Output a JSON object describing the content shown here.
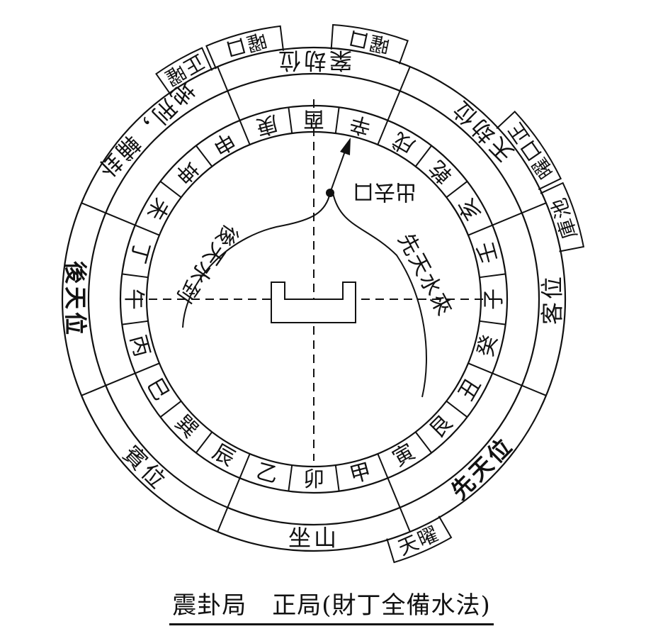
{
  "ring_24": [
    "卯",
    "乙",
    "辰",
    "巽",
    "巳",
    "丙",
    "午",
    "丁",
    "未",
    "坤",
    "申",
    "庚",
    "酉",
    "辛",
    "戌",
    "乾",
    "亥",
    "壬",
    "子",
    "癸",
    "丑",
    "艮",
    "寅",
    "甲"
  ],
  "outer_sections": [
    {
      "id": "east",
      "text": "坐山"
    },
    {
      "id": "south",
      "text": "後天位"
    },
    {
      "id": "west",
      "text": "案劫位"
    },
    {
      "id": "north",
      "text": "客位"
    },
    {
      "id": "southeast",
      "text": "賓位"
    },
    {
      "id": "southwest",
      "text": "地刑，輔卦"
    },
    {
      "id": "northwest",
      "text": "天劫位"
    },
    {
      "id": "northeast",
      "text": "先天位"
    }
  ],
  "tabs": [
    {
      "id": "tab1",
      "text": "正曜"
    },
    {
      "id": "tab2",
      "text": "曜口"
    },
    {
      "id": "tab3",
      "text": "曜口"
    },
    {
      "id": "tab4",
      "text": "曜口正"
    },
    {
      "id": "tab5",
      "text": "庫池"
    },
    {
      "id": "tab6",
      "text": "天曜"
    }
  ],
  "center_labels": {
    "outlet": "出去口",
    "houtian_water": "後天水到",
    "xiantian_water": "先天水來"
  },
  "caption": {
    "left": "震卦局",
    "right": "正局(財丁全備水法)"
  }
}
